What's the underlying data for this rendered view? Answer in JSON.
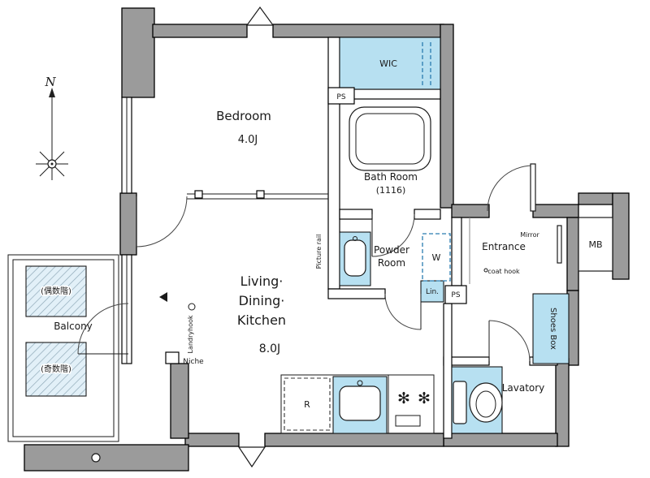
{
  "compass": {
    "label": "N"
  },
  "rooms": {
    "bedroom": {
      "name": "Bedroom",
      "size": "4.0J"
    },
    "ldk": {
      "line1": "Living·",
      "line2": "Dining·",
      "line3": "Kitchen",
      "size": "8.0J"
    },
    "bathroom": {
      "name": "Bath Room",
      "size": "(1116)"
    },
    "wic": {
      "name": "WIC"
    },
    "powder_room": {
      "line1": "Powder",
      "line2": "Room"
    },
    "entrance": {
      "name": "Entrance"
    },
    "lavatory": {
      "name": "Lavatory"
    },
    "balcony": {
      "name": "Balcony",
      "even_floors": "(偶数階)",
      "odd_floors": "(奇数階)"
    }
  },
  "fixtures": {
    "ps_upper": "PS",
    "ps_hall": "PS",
    "linen": "Lin.",
    "washer": "W",
    "refrigerator": "R",
    "meter_box": "MB",
    "shoes_box": "Shoes Box",
    "mirror": "Mirror",
    "coat_hook": "coat hook",
    "niche": "Niche",
    "laundry_hook": "Landryhook",
    "picture_rail": "Picture rail"
  },
  "icons": {
    "burner": "✻"
  },
  "colors": {
    "wall_fill": "#9b9b9b",
    "highlight": "#b7e0f1",
    "line": "#1a1a1a"
  }
}
